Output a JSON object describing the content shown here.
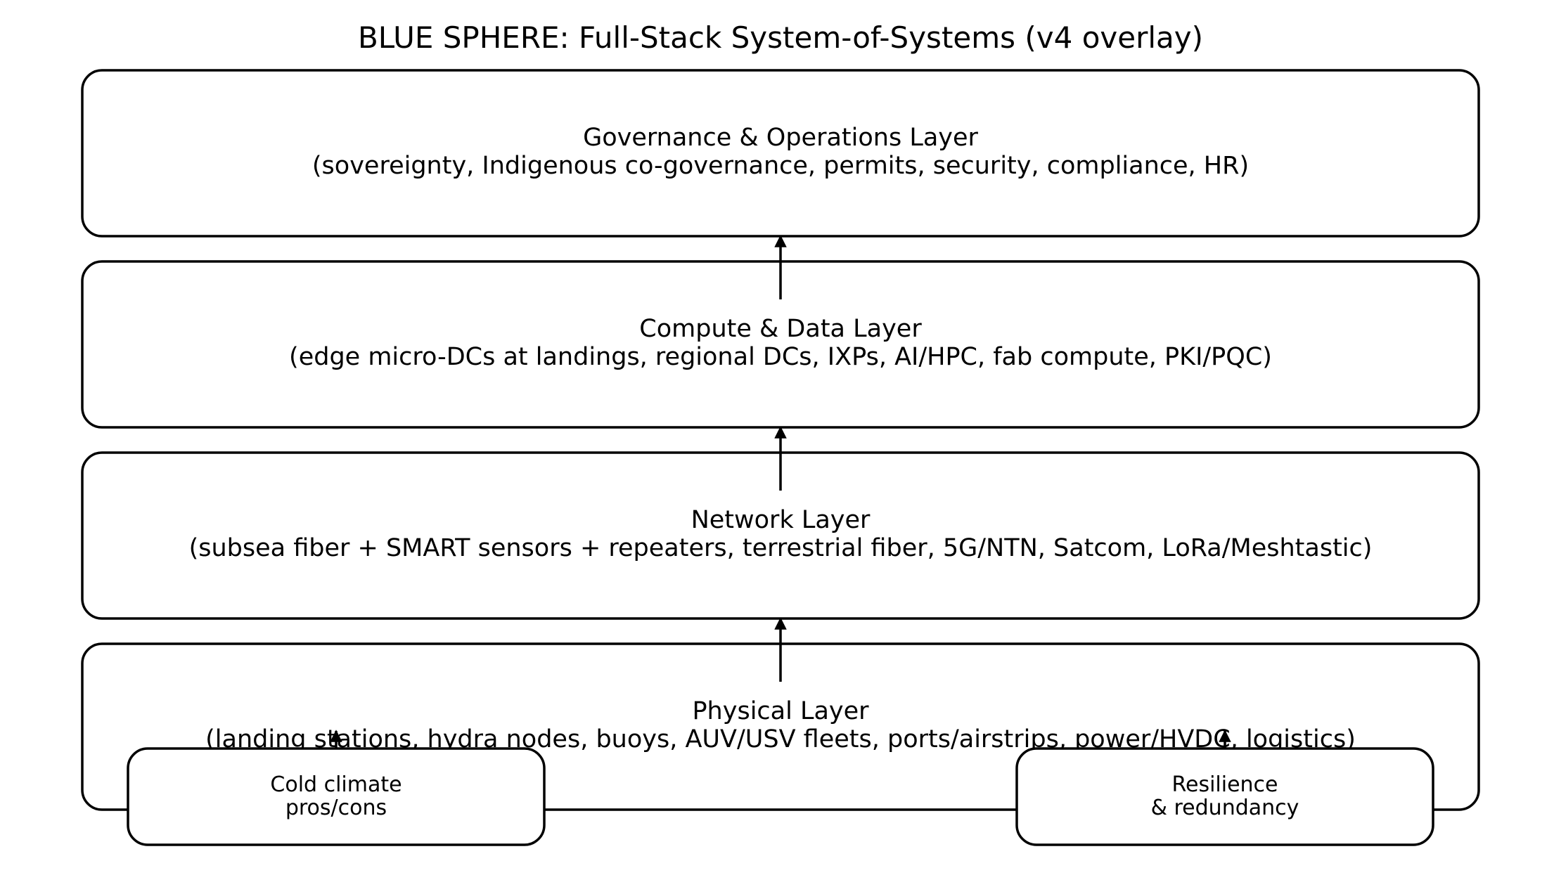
{
  "title": "BLUE SPHERE: Full-Stack System-of-Systems (v4 overlay)",
  "colors": {
    "stroke": "#000000",
    "fill": "#ffffff",
    "text": "#000000"
  },
  "layers": [
    {
      "name": "Governance & Operations Layer",
      "details": "(sovereignty, Indigenous co-governance, permits, security, compliance, HR)"
    },
    {
      "name": "Compute & Data Layer",
      "details": "(edge micro-DCs at landings, regional DCs, IXPs, AI/HPC, fab compute, PKI/PQC)"
    },
    {
      "name": "Network Layer",
      "details": "(subsea fiber + SMART sensors + repeaters, terrestrial fiber, 5G/NTN, Satcom, LoRa/Meshtastic)"
    },
    {
      "name": "Physical Layer",
      "details": "(landing stations, hydra nodes, buoys, AUV/USV fleets, ports/airstrips, power/HVDC, logistics)"
    }
  ],
  "side_notes": {
    "left": {
      "line1": "Cold climate",
      "line2": "pros/cons"
    },
    "right": {
      "line1": "Resilience",
      "line2": "& redundancy"
    }
  }
}
